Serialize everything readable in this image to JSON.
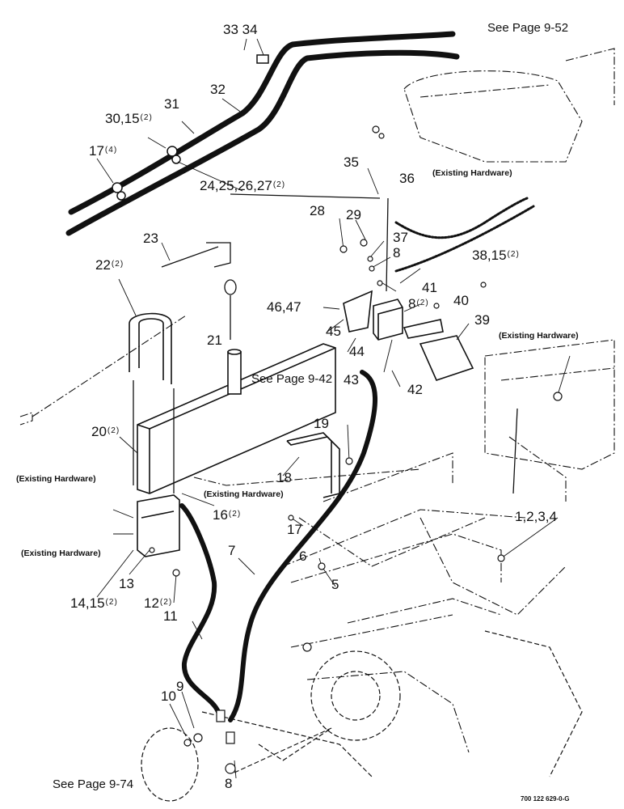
{
  "page_refs": {
    "top": "See Page 9-52",
    "middle": "See Page 9-42",
    "bottom": "See Page 9-74"
  },
  "notes": {
    "existing_hardware": "(Existing Hardware)"
  },
  "drawing_number": "700 122 629-0-G",
  "callouts": {
    "c33_34": "33 34",
    "c32": "32",
    "c31": "31",
    "c30_15": "30,15",
    "c30_15_qty": "(2)",
    "c17_top": "17",
    "c17_top_qty": "(4)",
    "c24_27": "24,25,26,27",
    "c24_27_qty": "(2)",
    "c35": "35",
    "c36": "36",
    "c23": "23",
    "c28": "28",
    "c29": "29",
    "c37": "37",
    "c8_mid": "8",
    "c38_15": "38,15",
    "c38_15_qty": "(2)",
    "c22": "22",
    "c22_qty": "(2)",
    "c41": "41",
    "c8_2": "8",
    "c8_2_qty": "(2)",
    "c46_47": "46,47",
    "c40": "40",
    "c45": "45",
    "c39": "39",
    "c21": "21",
    "c44": "44",
    "c43": "43",
    "c42": "42",
    "c19": "19",
    "c20": "20",
    "c20_qty": "(2)",
    "c18": "18",
    "c16": "16",
    "c16_qty": "(2)",
    "c1_4": "1,2,3,4",
    "c17_mid": "17",
    "c7": "7",
    "c6": "6",
    "c5": "5",
    "c13": "13",
    "c14_15": "14,15",
    "c14_15_qty": "(2)",
    "c12": "12",
    "c12_qty": "(2)",
    "c11": "11",
    "c9": "9",
    "c10": "10",
    "c8_bottom": "8"
  }
}
